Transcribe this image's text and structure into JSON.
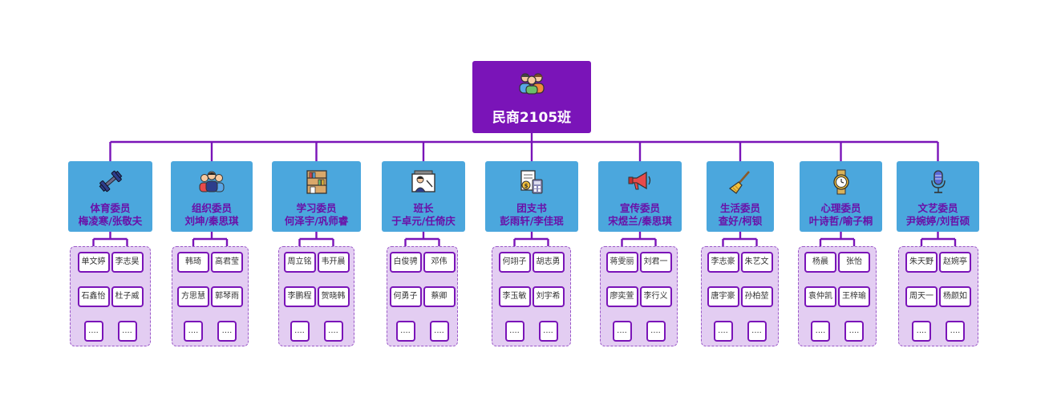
{
  "root": {
    "title": "民商2105班",
    "icon": "people-group-icon"
  },
  "placeholder": "....",
  "roles": [
    {
      "title": "体育委员",
      "names": "梅凌寒/张敬夫",
      "icon": "dumbbell-icon",
      "members": [
        "单文婷",
        "李志昊",
        "石鑫怡",
        "杜子威"
      ]
    },
    {
      "title": "组织委员",
      "names": "刘坤/秦思琪",
      "icon": "team-people-icon",
      "members": [
        "韩琦",
        "高君莹",
        "方思慧",
        "郭琴雨"
      ]
    },
    {
      "title": "学习委员",
      "names": "何泽宇/巩师睿",
      "icon": "bookshelf-icon",
      "members": [
        "周立铭",
        "韦开晨",
        "李鹏程",
        "贺晓韩"
      ]
    },
    {
      "title": "班长",
      "names": "于卓元/任倚庆",
      "icon": "teacher-board-icon",
      "members": [
        "白俊骋",
        "邓伟",
        "何勇子",
        "蔡卿"
      ]
    },
    {
      "title": "团支书",
      "names": "彭雨轩/李佳珉",
      "icon": "document-calculator-icon",
      "members": [
        "何翊子",
        "胡志勇",
        "李玉敏",
        "刘宇希"
      ]
    },
    {
      "title": "宣传委员",
      "names": "宋煜兰/秦思琪",
      "icon": "megaphone-icon",
      "members": [
        "蒋雯丽",
        "刘君一",
        "廖奕萱",
        "李行义"
      ]
    },
    {
      "title": "生活委员",
      "names": "查好/柯钡",
      "icon": "broom-icon",
      "members": [
        "李志豪",
        "朱艺文",
        "唐宇豪",
        "孙柏堃"
      ]
    },
    {
      "title": "心理委员",
      "names": "叶诗哲/喻子桐",
      "icon": "wristwatch-icon",
      "members": [
        "杨晨",
        "张怡",
        "袁仲凯",
        "王梓瑜"
      ]
    },
    {
      "title": "文艺委员",
      "names": "尹婉婷/刘哲硕",
      "icon": "microphone-icon",
      "members": [
        "朱天野",
        "赵婉亭",
        "周天一",
        "杨颜如"
      ]
    }
  ],
  "colors": {
    "root": "#7a14b8",
    "role": "#4ba7dd",
    "line": "#7a14b8",
    "group_fill": "#e3cdf2",
    "role_text": "#6a10a8"
  }
}
